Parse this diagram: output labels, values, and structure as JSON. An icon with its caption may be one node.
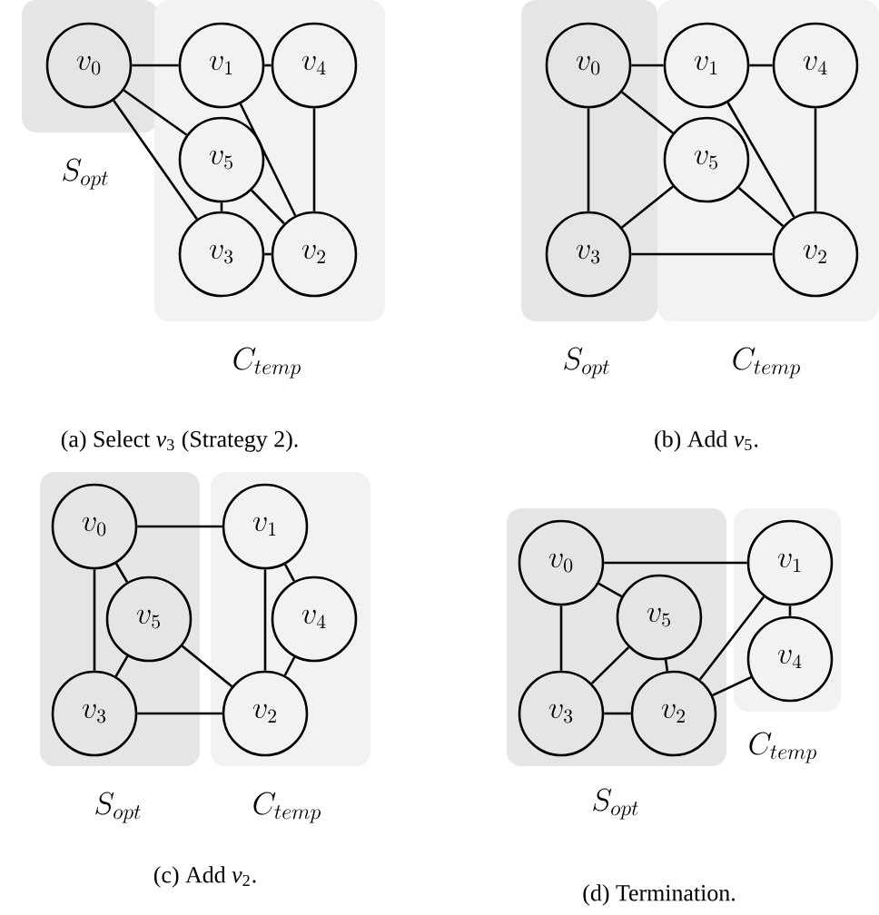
{
  "diagram": {
    "nodes": [
      {
        "text": [
          "S_{opt}"
        ]
      },
      {
        "text": [
          "C_{temp}"
        ]
      },
      {
        "text": [
          "v_0"
        ],
        "in": 0
      },
      {
        "text": [
          "v_1"
        ],
        "in": 1
      },
      {
        "text": [
          "v_4"
        ],
        "in": 1
      },
      {
        "text": [
          "v_5"
        ],
        "in": 1
      },
      {
        "text": [
          "v_3"
        ],
        "in": 1
      },
      {
        "text": [
          "v_2"
        ],
        "in": 1
      },
      {
        "text": [
          "S_{opt}"
        ]
      },
      {
        "text": [
          "C_{temp}"
        ]
      },
      {
        "text": [
          "v_0"
        ],
        "in": 8
      },
      {
        "text": [
          "v_1"
        ],
        "in": 9
      },
      {
        "text": [
          "v_4"
        ],
        "in": 9
      },
      {
        "text": [
          "v_5"
        ],
        "in": 9
      },
      {
        "text": [
          "v_3"
        ],
        "in": 8
      },
      {
        "text": [
          "v_2"
        ],
        "in": 9
      },
      {
        "text": [
          "S_{opt}"
        ]
      },
      {
        "text": [
          "C_{temp}"
        ]
      },
      {
        "text": [
          "v_0"
        ],
        "in": 16
      },
      {
        "text": [
          "v_1"
        ],
        "in": 17
      },
      {
        "text": [
          "v_4"
        ],
        "in": 17
      },
      {
        "text": [
          "v_5"
        ],
        "in": 16
      },
      {
        "text": [
          "v_3"
        ],
        "in": 16
      },
      {
        "text": [
          "v_2"
        ],
        "in": 17
      },
      {
        "text": [
          "S_{opt}"
        ]
      },
      {
        "text": [
          "C_{temp}"
        ]
      },
      {
        "text": [
          "v_0"
        ],
        "in": 24
      },
      {
        "text": [
          "v_1"
        ],
        "in": 25
      },
      {
        "text": [
          "v_4"
        ],
        "in": 25
      },
      {
        "text": [
          "v_5"
        ],
        "in": 24
      },
      {
        "text": [
          "v_3"
        ],
        "in": 24
      },
      {
        "text": [
          "v_2"
        ],
        "in": 24
      }
    ],
    "edges": [
      {
        "from": 2,
        "to": 3,
        "arrow": "none"
      },
      {
        "from": 2,
        "to": 5,
        "arrow": "none"
      },
      {
        "from": 2,
        "to": 6,
        "arrow": "none"
      },
      {
        "from": 3,
        "to": 4,
        "arrow": "none"
      },
      {
        "from": 3,
        "to": 7,
        "arrow": "none"
      },
      {
        "from": 4,
        "to": 7,
        "arrow": "none"
      },
      {
        "from": 5,
        "to": 6,
        "arrow": "none"
      },
      {
        "from": 5,
        "to": 7,
        "arrow": "none"
      },
      {
        "from": 6,
        "to": 7,
        "arrow": "none"
      },
      {
        "from": 10,
        "to": 11,
        "arrow": "none"
      },
      {
        "from": 10,
        "to": 13,
        "arrow": "none"
      },
      {
        "from": 10,
        "to": 14,
        "arrow": "none"
      },
      {
        "from": 11,
        "to": 12,
        "arrow": "none"
      },
      {
        "from": 11,
        "to": 15,
        "arrow": "none"
      },
      {
        "from": 12,
        "to": 15,
        "arrow": "none"
      },
      {
        "from": 13,
        "to": 14,
        "arrow": "none"
      },
      {
        "from": 13,
        "to": 15,
        "arrow": "none"
      },
      {
        "from": 14,
        "to": 15,
        "arrow": "none"
      },
      {
        "from": 18,
        "to": 19,
        "arrow": "none"
      },
      {
        "from": 18,
        "to": 21,
        "arrow": "none"
      },
      {
        "from": 18,
        "to": 22,
        "arrow": "none"
      },
      {
        "from": 19,
        "to": 20,
        "arrow": "none"
      },
      {
        "from": 19,
        "to": 23,
        "arrow": "none"
      },
      {
        "from": 20,
        "to": 23,
        "arrow": "none"
      },
      {
        "from": 21,
        "to": 22,
        "arrow": "none"
      },
      {
        "from": 21,
        "to": 23,
        "arrow": "none"
      },
      {
        "from": 22,
        "to": 23,
        "arrow": "none"
      },
      {
        "from": 26,
        "to": 27,
        "arrow": "none"
      },
      {
        "from": 26,
        "to": 29,
        "arrow": "none"
      },
      {
        "from": 26,
        "to": 30,
        "arrow": "none"
      },
      {
        "from": 27,
        "to": 28,
        "arrow": "none"
      },
      {
        "from": 27,
        "to": 31,
        "arrow": "none"
      },
      {
        "from": 28,
        "to": 31,
        "arrow": "none"
      },
      {
        "from": 29,
        "to": 30,
        "arrow": "none"
      },
      {
        "from": 29,
        "to": 31,
        "arrow": "none"
      },
      {
        "from": 30,
        "to": 31,
        "arrow": "none"
      }
    ],
    "labels": [
      "(a) Select *v*$_{3}$ (Strategy 2).",
      "(b) Add *v*$_{5}$.",
      "(c) Add *v*$_{2}$.",
      "(d) Termination."
    ]
  }
}
